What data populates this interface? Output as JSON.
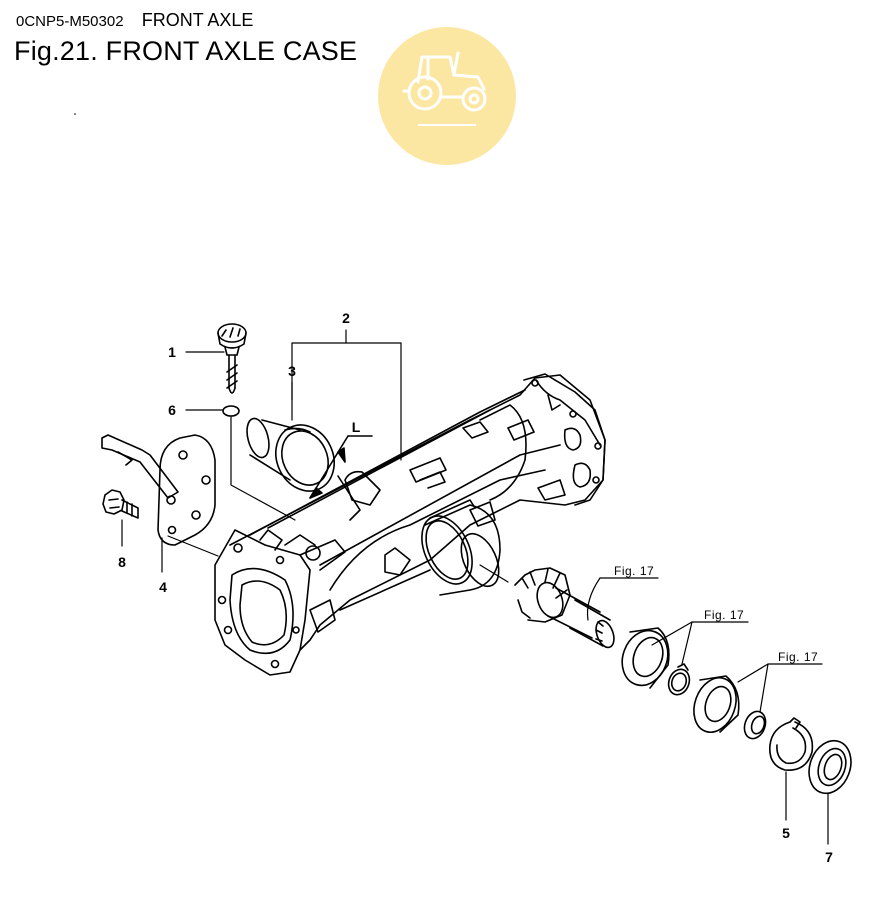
{
  "header": {
    "code": "0CNP5-M50302",
    "section": "FRONT AXLE",
    "figure_title": "Fig.21.  FRONT AXLE CASE"
  },
  "diagram": {
    "dimension_label": "L",
    "callouts": {
      "c1": "1",
      "c2": "2",
      "c3": "3",
      "c4": "4",
      "c5": "5",
      "c6": "6",
      "c7": "7",
      "c8": "8"
    },
    "references": {
      "r1": "Fig. 17",
      "r2": "Fig. 17",
      "r3": "Fig. 17"
    }
  },
  "colors": {
    "logo_fill": "#fbe7a1",
    "line": "#000000"
  }
}
